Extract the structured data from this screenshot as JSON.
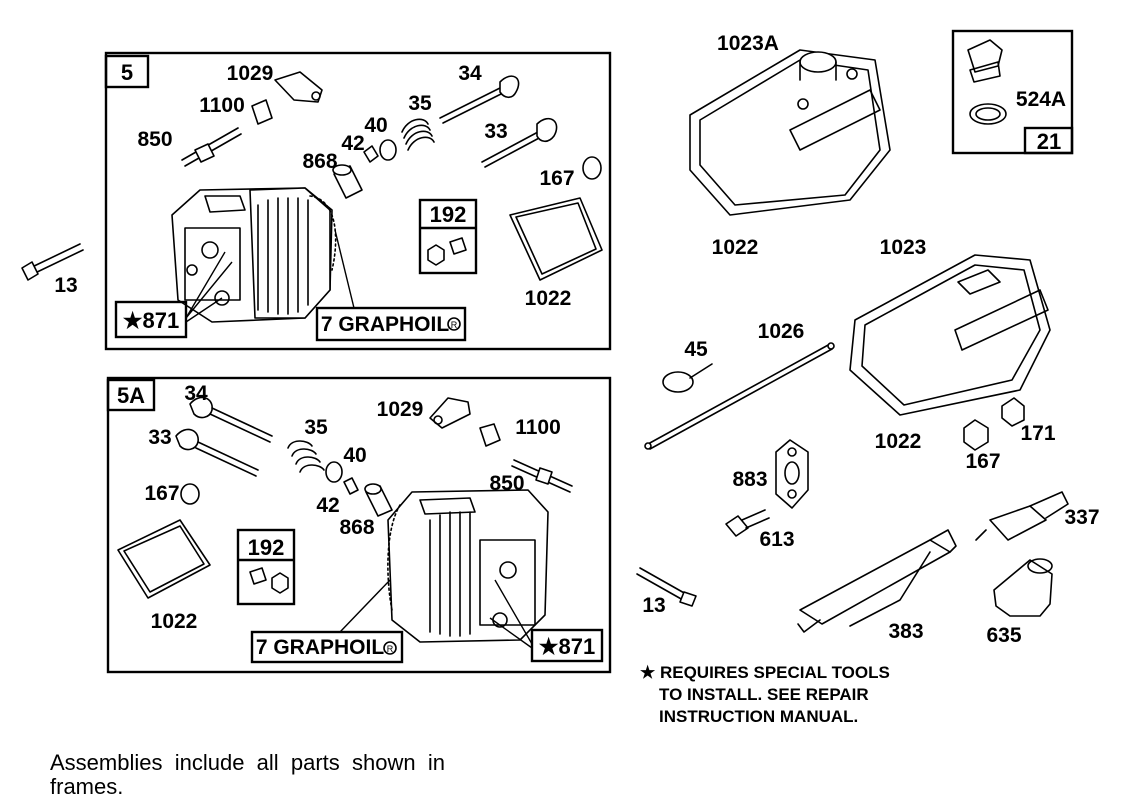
{
  "frames": {
    "frame_5": {
      "id": "5"
    },
    "frame_5a": {
      "id": "5A"
    },
    "frame_21": {
      "id": "21"
    }
  },
  "labels": {
    "p1029_a": "1029",
    "p1100_a": "1100",
    "p34_a": "34",
    "p35_a": "35",
    "p850_a": "850",
    "p42_a": "42",
    "p40_a": "40",
    "p33_a": "33",
    "p868_a": "868",
    "p167_a": "167",
    "p192_a": "192",
    "p1022_a": "1022",
    "p871_a": "★871",
    "graphoil_a": "7 GRAPHOIL",
    "p13_a": "13",
    "p34_b": "34",
    "p33_b": "33",
    "p35_b": "35",
    "p1029_b": "1029",
    "p1100_b": "1100",
    "p40_b": "40",
    "p850_b": "850",
    "p167_b": "167",
    "p42_b": "42",
    "p868_b": "868",
    "p192_b": "192",
    "p1022_b": "1022",
    "p871_b": "★871",
    "graphoil_b": "7 GRAPHOIL",
    "p1023A": "1023A",
    "p524A": "524A",
    "p1022_c": "1022",
    "p1023": "1023",
    "p45": "45",
    "p1026": "1026",
    "p1022_d": "1022",
    "p167_c": "167",
    "p171": "171",
    "p883": "883",
    "p613": "613",
    "p337": "337",
    "p13_b": "13",
    "p383": "383",
    "p635": "635"
  },
  "registered_mark": "R",
  "note": {
    "line1": "★ REQUIRES SPECIAL TOOLS",
    "line2": "TO INSTALL.  SEE REPAIR",
    "line3": "INSTRUCTION MANUAL."
  },
  "footer": {
    "line1": "Assemblies  include  all  parts  shown  in",
    "line2": "frames."
  }
}
